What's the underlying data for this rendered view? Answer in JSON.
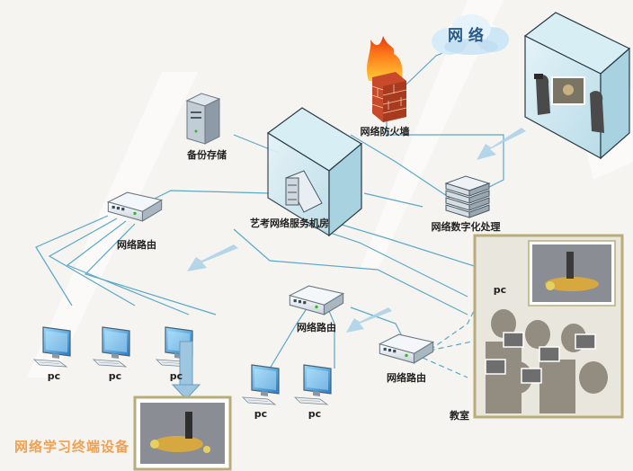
{
  "labels": {
    "cloud": "网 络",
    "firewall": "网络防火墙",
    "backup": "备份存储",
    "server_room": "艺考网络服务机房",
    "digitizer": "网络数字化处理",
    "router_left": "网络路由",
    "router_mid": "网络路由",
    "router_right": "网络路由",
    "pc_1": "pc",
    "pc_2": "pc",
    "pc_3": "pc",
    "pc_4": "pc",
    "pc_5": "pc",
    "laptop": "pc",
    "classroom": "教室",
    "terminal_title": "网络学习终端设备"
  },
  "colors": {
    "background": "#f5f4f1",
    "link_line": "#5aa8c8",
    "glass": "#cfe8f0",
    "title": "#f0a050",
    "frame": "#b8ad7a",
    "arrow": "#9fc6e0"
  }
}
